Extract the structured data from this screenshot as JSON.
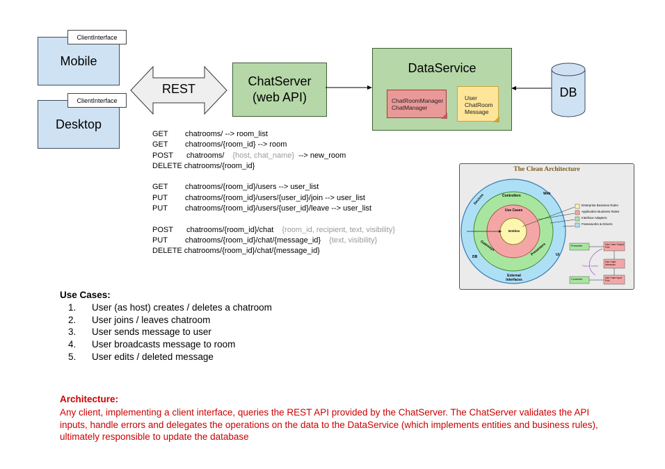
{
  "clients": {
    "mobile": {
      "label": "Mobile",
      "tag": "ClientInterface"
    },
    "desktop": {
      "label": "Desktop",
      "tag": "ClientInterface"
    }
  },
  "rest_label": "REST",
  "chatserver": {
    "line1": "ChatServer",
    "line2": "(web API)"
  },
  "dataservice": {
    "title": "DataService",
    "red_note": [
      "ChatRoomManager",
      "ChatManager"
    ],
    "yellow_note": [
      "User",
      "ChatRoom",
      "Message"
    ]
  },
  "db_label": "DB",
  "api_groups": [
    [
      {
        "method": "GET",
        "path": "chatrooms/ --> room_list",
        "params": "",
        "ret": ""
      },
      {
        "method": "GET",
        "path": "chatrooms/{room_id} --> room",
        "params": "",
        "ret": ""
      },
      {
        "method": "POST",
        "path": "chatrooms/",
        "params": "{host, chat_name}",
        "ret": "--> new_room"
      },
      {
        "method": "DELETE",
        "path": "chatrooms/{room_id}",
        "params": "",
        "ret": ""
      }
    ],
    [
      {
        "method": "GET",
        "path": "chatrooms/{room_id}/users --> user_list",
        "params": "",
        "ret": ""
      },
      {
        "method": "PUT",
        "path": "chatrooms/{room_id}/users/{user_id}/join --> user_list",
        "params": "",
        "ret": ""
      },
      {
        "method": "PUT",
        "path": "chatrooms/{room_id}/users/{user_id}/leave --> user_list",
        "params": "",
        "ret": ""
      }
    ],
    [
      {
        "method": "POST",
        "path": "chatrooms/{room_id}/chat",
        "params": "{room_id, recipient, text, visibility}",
        "ret": ""
      },
      {
        "method": "PUT",
        "path": "chatrooms/{room_id}/chat/{message_id}",
        "params": "{text, visibility}",
        "ret": ""
      },
      {
        "method": "DELETE",
        "path": "chatrooms/{room_id}/chat/{message_id}",
        "params": "",
        "ret": ""
      }
    ]
  ],
  "clean_arch": {
    "title": "The Clean Architecture",
    "rings": [
      "Entities",
      "Use Cases",
      "Controllers",
      "Gateways",
      "Presenters",
      "Devices",
      "Web",
      "UI",
      "DB",
      "External Interfaces"
    ],
    "legend": [
      "Enterprise Business Rules",
      "Application Business Rules",
      "Interface Adapters",
      "Frameworks & Drivers"
    ],
    "flow": [
      "Presenter",
      "Use Case Output Port",
      "Use Case Interactor",
      "Controller",
      "Use Case Input Port",
      "Flow of control"
    ],
    "colors": {
      "frameworks": "#aee0f5",
      "adapters": "#a8e6a0",
      "application": "#f4a6a6",
      "enterprise": "#fdf6b0"
    }
  },
  "use_cases": {
    "title": "Use Cases:",
    "items": [
      "User (as host) creates / deletes a chatroom",
      "User joins / leaves chatroom",
      "User sends message to user",
      "User broadcasts message to room",
      "User edits / deleted message"
    ]
  },
  "architecture": {
    "title": "Architecture:",
    "text": "Any client, implementing a client interface, queries the REST API provided by the ChatServer. The ChatServer validates the API inputs, handle errors and delegates the operations on the data to the DataService (which implements entities and business rules), ultimately responsible to update the database"
  }
}
